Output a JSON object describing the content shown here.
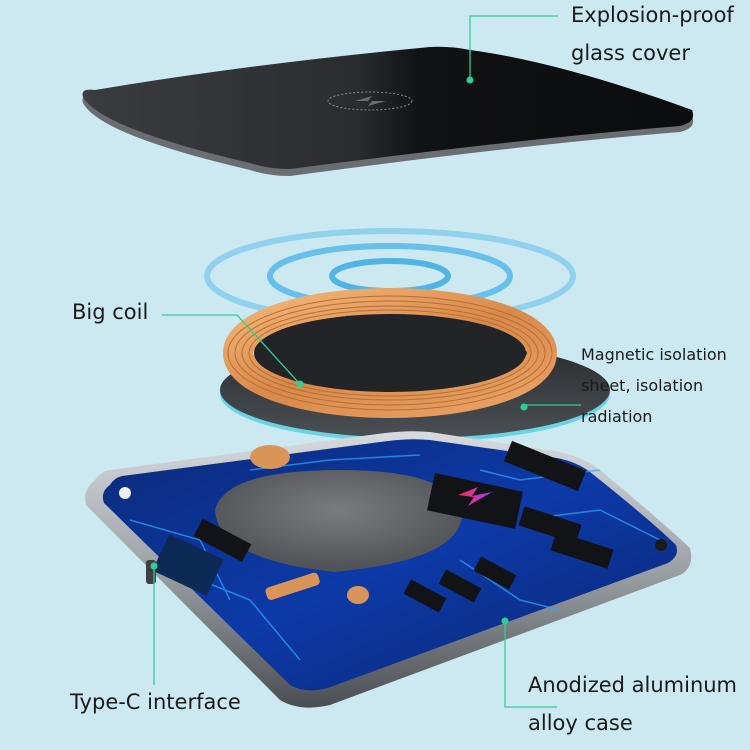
{
  "diagram": {
    "type": "exploded-product-view",
    "subject": "wireless charger",
    "background_color": "#cce9f2",
    "accent_color": "#2fcf92",
    "callouts": [
      {
        "id": "glass",
        "lines": [
          "Explosion-proof",
          "glass cover"
        ]
      },
      {
        "id": "coil",
        "lines": [
          "Big coil"
        ]
      },
      {
        "id": "magnetic",
        "lines": [
          "Magnetic isolation",
          "sheet, isolation",
          "radiation"
        ]
      },
      {
        "id": "typec",
        "lines": [
          "Type-C interface"
        ]
      },
      {
        "id": "case",
        "lines": [
          "Anodized aluminum",
          "alloy case"
        ]
      }
    ],
    "layers": [
      {
        "name": "glass-cover",
        "icon": "charging-bolt-icon"
      },
      {
        "name": "signal-waves",
        "icon": "wireless-waves-icon"
      },
      {
        "name": "copper-coil"
      },
      {
        "name": "magnetic-isolation-sheet"
      },
      {
        "name": "pcb-in-aluminum-case",
        "icon": "lightning-bolt-chip-icon"
      }
    ]
  }
}
